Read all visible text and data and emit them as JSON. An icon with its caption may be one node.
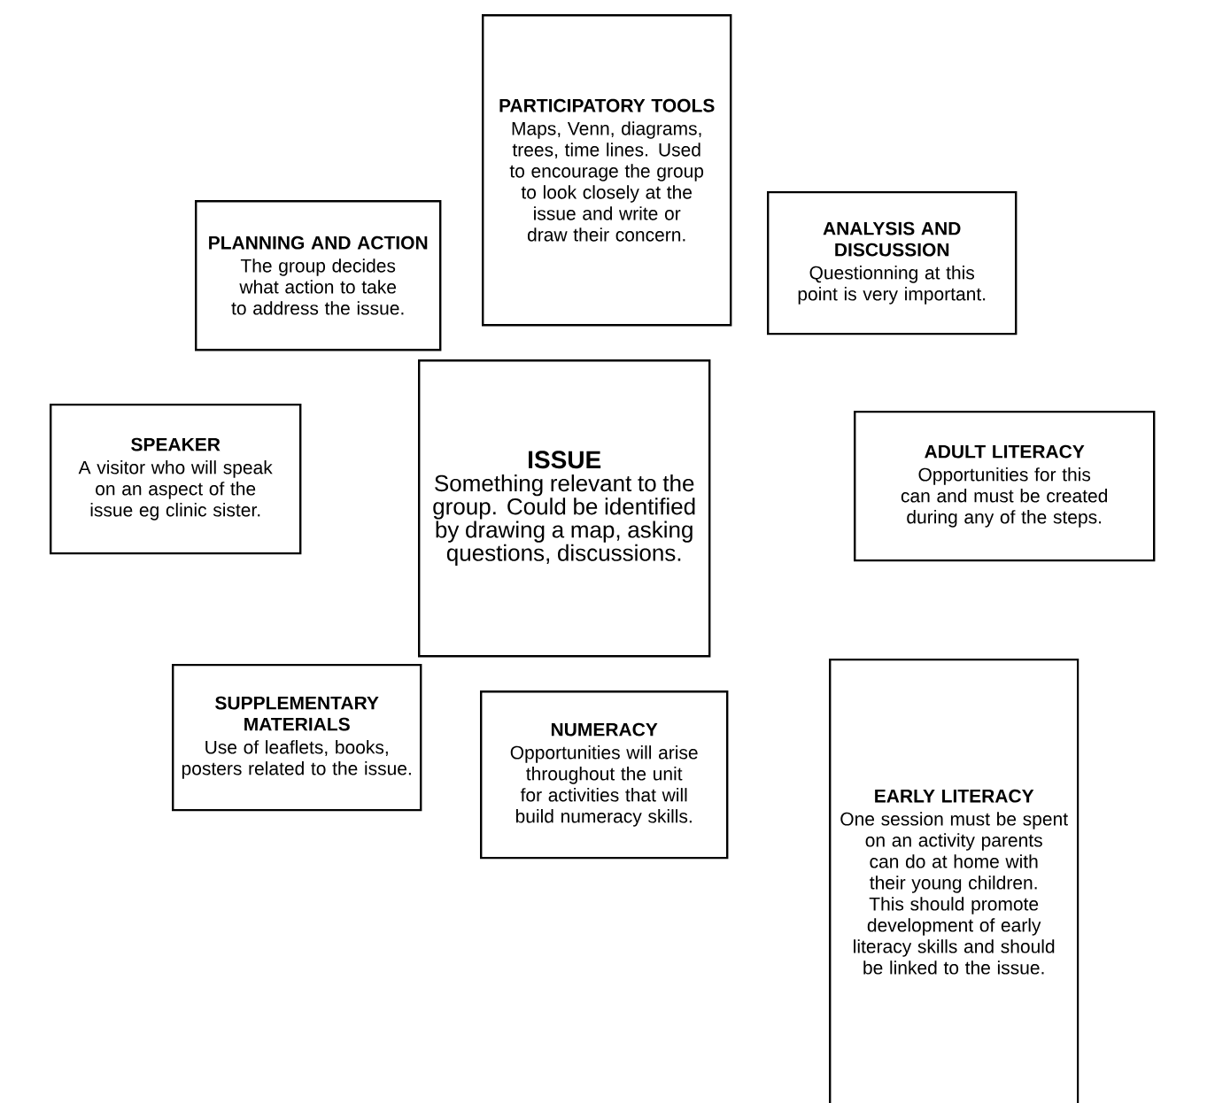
{
  "diagram": {
    "nodes": [
      {
        "text": [
          "PARTICIPATORY TOOLS",
          "Maps, Venn, diagrams, trees, time lines. Used to encourage the group to look closely at the issue and write or draw their concern."
        ]
      },
      {
        "text": [
          "PLANNING AND ACTION",
          "The group decides what action to take to address the issue."
        ]
      },
      {
        "text": [
          "ANALYSIS AND DISCUSSION",
          "Questionning at this point is very important."
        ]
      },
      {
        "text": [
          "ISSUE",
          "Something relevant to the group. Could be identified by drawing a map, asking questions, discussions."
        ]
      },
      {
        "text": [
          "SPEAKER",
          "A visitor who will speak on an aspect of the issue eg clinic sister."
        ]
      },
      {
        "text": [
          "ADULT LITERACY",
          "Opportunities for this can and must be created during any of the steps."
        ]
      },
      {
        "text": [
          "SUPPLEMENTARY MATERIALS",
          "Use of leaflets, books, posters related to the issue."
        ]
      },
      {
        "text": [
          "NUMERACY",
          "Opportunities will arise throughout the unit for activities that will build numeracy skills."
        ]
      },
      {
        "text": [
          "EARLY LITERACY",
          "One session must be spent on an activity parents can do at home with their young children. This should promote development of early literacy skills and should be linked to the issue."
        ]
      }
    ]
  }
}
